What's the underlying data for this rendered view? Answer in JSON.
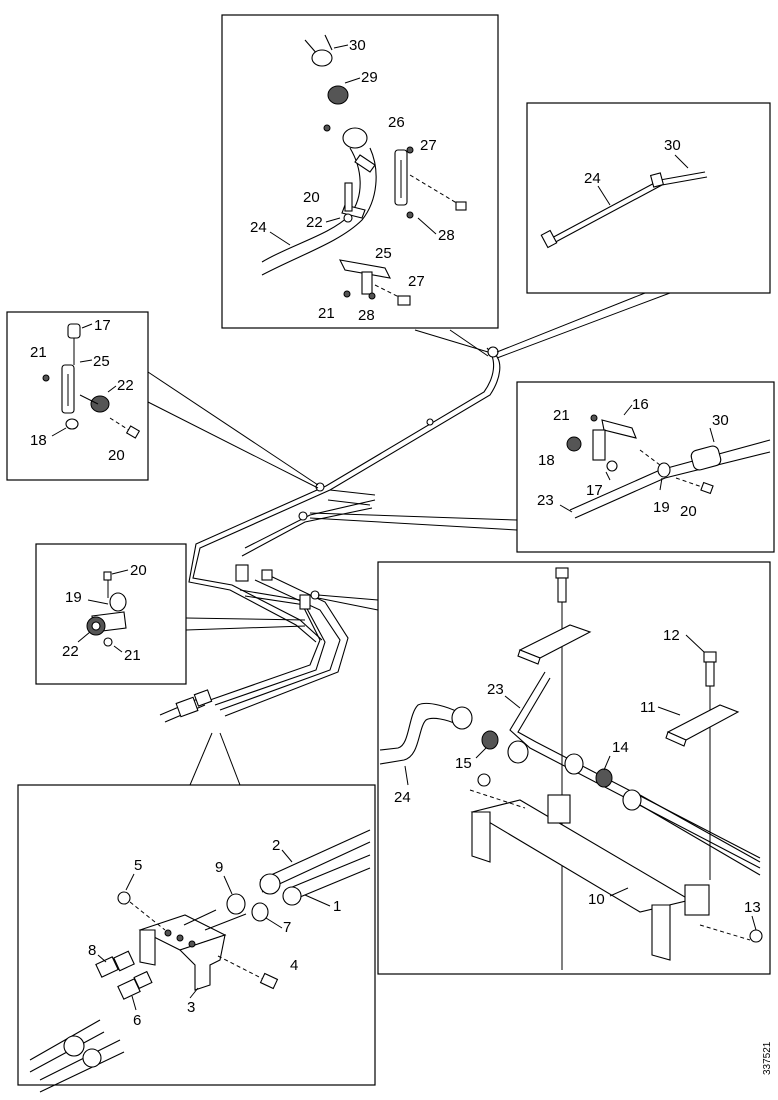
{
  "diagram": {
    "reference_number": "337521",
    "detail_views": [
      {
        "id": "top-center",
        "callouts": [
          "30",
          "29",
          "26",
          "27",
          "20",
          "22",
          "24",
          "28",
          "25",
          "27",
          "21",
          "28"
        ]
      },
      {
        "id": "top-right",
        "callouts": [
          "30",
          "24"
        ]
      },
      {
        "id": "left-upper",
        "callouts": [
          "17",
          "21",
          "25",
          "22",
          "18",
          "20"
        ]
      },
      {
        "id": "right-middle",
        "callouts": [
          "21",
          "16",
          "30",
          "18",
          "17",
          "19",
          "23",
          "20"
        ]
      },
      {
        "id": "left-middle",
        "callouts": [
          "20",
          "19",
          "22",
          "21"
        ]
      },
      {
        "id": "right-large",
        "callouts": [
          "12",
          "11",
          "23",
          "14",
          "15",
          "24",
          "10",
          "13"
        ]
      },
      {
        "id": "bottom-left",
        "callouts": [
          "2",
          "5",
          "9",
          "1",
          "7",
          "8",
          "4",
          "3",
          "6"
        ]
      }
    ]
  }
}
